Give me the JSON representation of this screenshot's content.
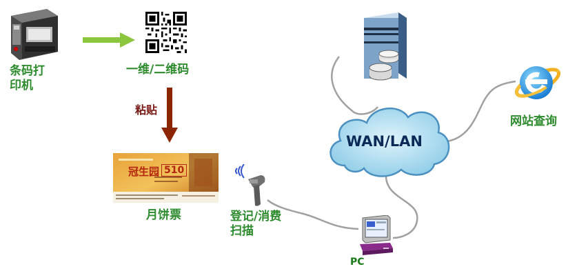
{
  "labels": {
    "printer": [
      "条码打",
      "印机"
    ],
    "barcode": "一维/二维码",
    "paste": "粘贴",
    "ticket": "月饼票",
    "scan": [
      "登记/消费",
      "扫描"
    ],
    "cloud": "WAN/LAN",
    "web_query": "网站查询",
    "pc": "PC"
  },
  "ticket_card": {
    "brand": "冠生园",
    "price": "510"
  },
  "colors": {
    "green_label": "#2e8b2e",
    "green_arrow": "#8cc63f",
    "brown_arrow": "#8b2500",
    "cloud_fill": "#a8d8ee",
    "cloud_stroke": "#4a90c0",
    "connector": "#999999"
  }
}
